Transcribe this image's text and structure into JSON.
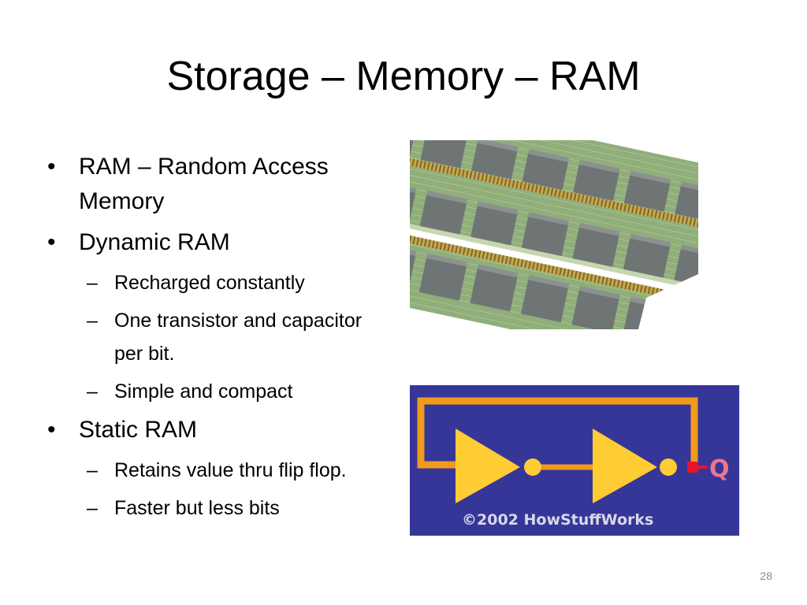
{
  "slide": {
    "title": "Storage – Memory – RAM",
    "page_number": "28",
    "bullets": [
      {
        "level": 1,
        "mark": "•",
        "text": "RAM – Random Access Memory"
      },
      {
        "level": 1,
        "mark": "•",
        "text": "Dynamic RAM"
      },
      {
        "level": 2,
        "mark": "–",
        "text": "Recharged constantly"
      },
      {
        "level": 2,
        "mark": "–",
        "text": "One transistor and capacitor per bit."
      },
      {
        "level": 2,
        "mark": "–",
        "text": "Simple and compact"
      },
      {
        "level": 1,
        "mark": "•",
        "text": "Static RAM"
      },
      {
        "level": 2,
        "mark": "–",
        "text": "Retains value thru flip flop."
      },
      {
        "level": 2,
        "mark": "–",
        "text": "Faster but less bits"
      }
    ]
  },
  "images": {
    "ram_photo": {
      "icon": "ram-modules-photo"
    },
    "flip_flop": {
      "icon": "flip-flop-inverter-loop-diagram",
      "output_label": "Q",
      "credit": "©2002 HowStuffWorks",
      "colors": {
        "background": "#363699",
        "wire": "#f29a1c",
        "gate": "#ffcc33",
        "output_node": "#e8142e",
        "q_label": "#f0748c",
        "credit_text": "#d8d8e8"
      }
    }
  }
}
